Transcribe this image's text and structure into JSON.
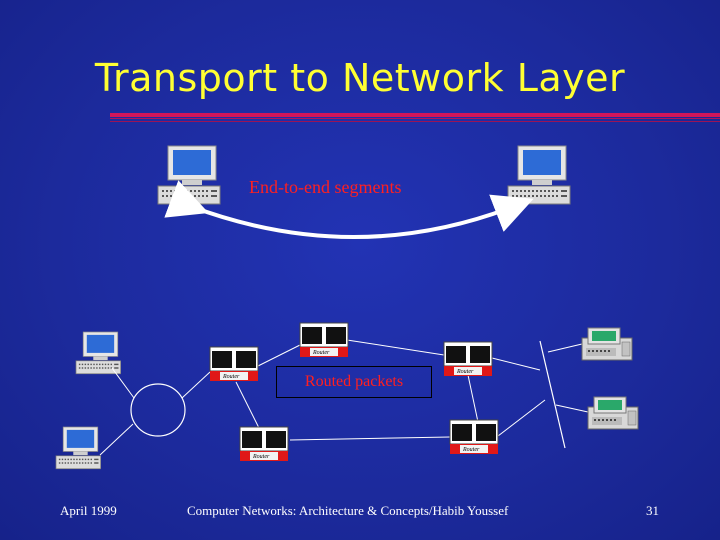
{
  "slide": {
    "title": "Transport to Network Layer",
    "accent_color": "#ffff33",
    "background_color": "#1c2a9c",
    "rule_color": "#d1165a"
  },
  "diagram": {
    "end_to_end_label": "End-to-end segments",
    "routed_label": "Routed packets",
    "router_label": "Router",
    "label_color": "#ff2020",
    "icons": [
      "computer-icon",
      "router-icon",
      "server-icon"
    ]
  },
  "footer": {
    "date": "April 1999",
    "course": "Computer Networks: Architecture & Concepts/Habib Youssef",
    "page": "31"
  }
}
